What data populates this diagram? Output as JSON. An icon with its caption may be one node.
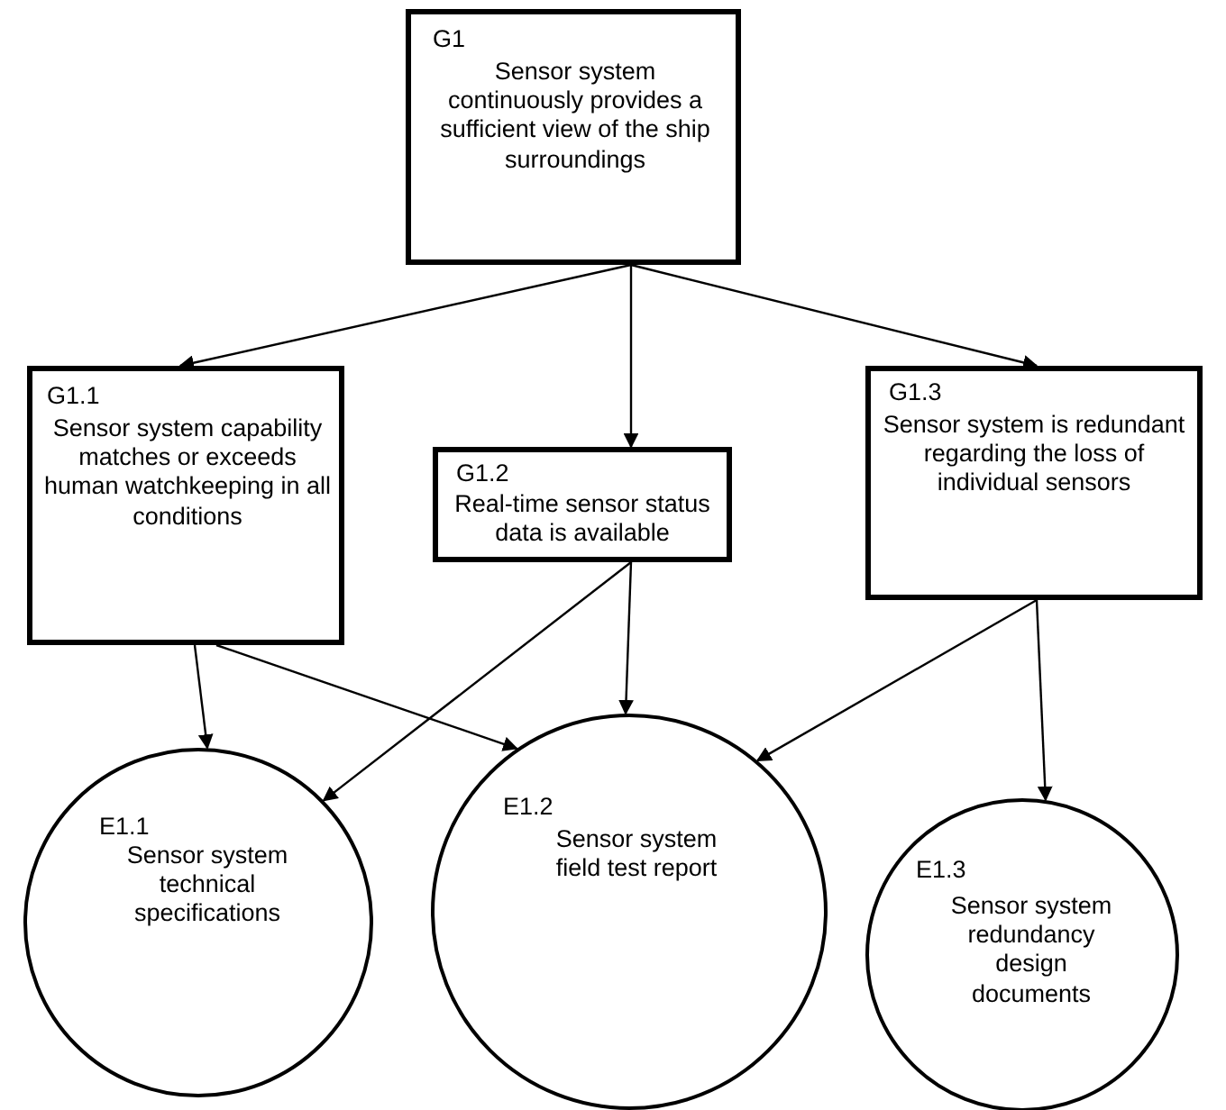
{
  "diagram": {
    "nodes": [
      {
        "text": [
          "G1",
          "Sensor system continuously provides a sufficient view of the ship surroundings"
        ]
      },
      {
        "text": [
          "G1.1",
          "Sensor system capability matches or exceeds human watchkeeping in all conditions"
        ]
      },
      {
        "text": [
          "G1.2",
          "Real-time sensor status data is available"
        ]
      },
      {
        "text": [
          "G1.3",
          "Sensor system is redundant regarding the loss of individual sensors"
        ]
      },
      {
        "text": [
          "E1.1",
          "Sensor system technical specifications"
        ]
      },
      {
        "text": [
          "E1.2",
          "Sensor system field test report"
        ]
      },
      {
        "text": [
          "E1.3",
          "Sensor system redundancy design documents"
        ]
      }
    ],
    "edges": [
      {
        "from": 0,
        "to": 1,
        "arrow": "to"
      },
      {
        "from": 0,
        "to": 2,
        "arrow": "to"
      },
      {
        "from": 0,
        "to": 3,
        "arrow": "to"
      },
      {
        "from": 1,
        "to": 4,
        "arrow": "to"
      },
      {
        "from": 1,
        "to": 5,
        "arrow": "to"
      },
      {
        "from": 2,
        "to": 4,
        "arrow": "to"
      },
      {
        "from": 2,
        "to": 5,
        "arrow": "to"
      },
      {
        "from": 3,
        "to": 5,
        "arrow": "to"
      },
      {
        "from": 3,
        "to": 6,
        "arrow": "to"
      }
    ]
  }
}
